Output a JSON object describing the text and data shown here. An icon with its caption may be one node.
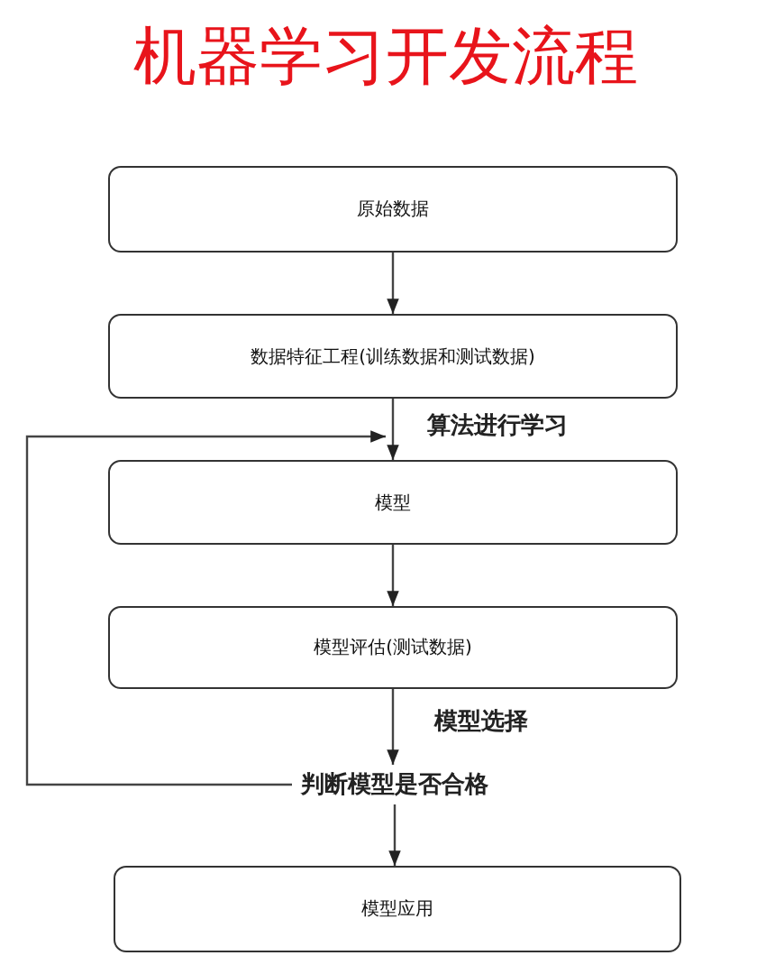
{
  "diagram": {
    "title": "机器学习开发流程",
    "nodes": [
      {
        "text": [
          "原始数据"
        ]
      },
      {
        "text": [
          "数据特征工程(训练数据和测试数据)"
        ]
      },
      {
        "text": [
          "模型"
        ]
      },
      {
        "text": [
          "模型评估(测试数据)"
        ]
      },
      {
        "text": [
          "判断模型是否合格"
        ]
      },
      {
        "text": [
          "模型应用"
        ]
      }
    ],
    "edges": [
      {
        "from": 0,
        "to": 1,
        "arrow": "to"
      },
      {
        "from": 1,
        "to": 2,
        "arrow": "to",
        "label": "算法进行学习"
      },
      {
        "from": 2,
        "to": 3,
        "arrow": "to"
      },
      {
        "from": 3,
        "to": 4,
        "arrow": "to",
        "label": "模型选择"
      },
      {
        "from": 4,
        "to": 5,
        "arrow": "to"
      },
      {
        "from": 4,
        "to": 2,
        "arrow": "to"
      }
    ]
  }
}
